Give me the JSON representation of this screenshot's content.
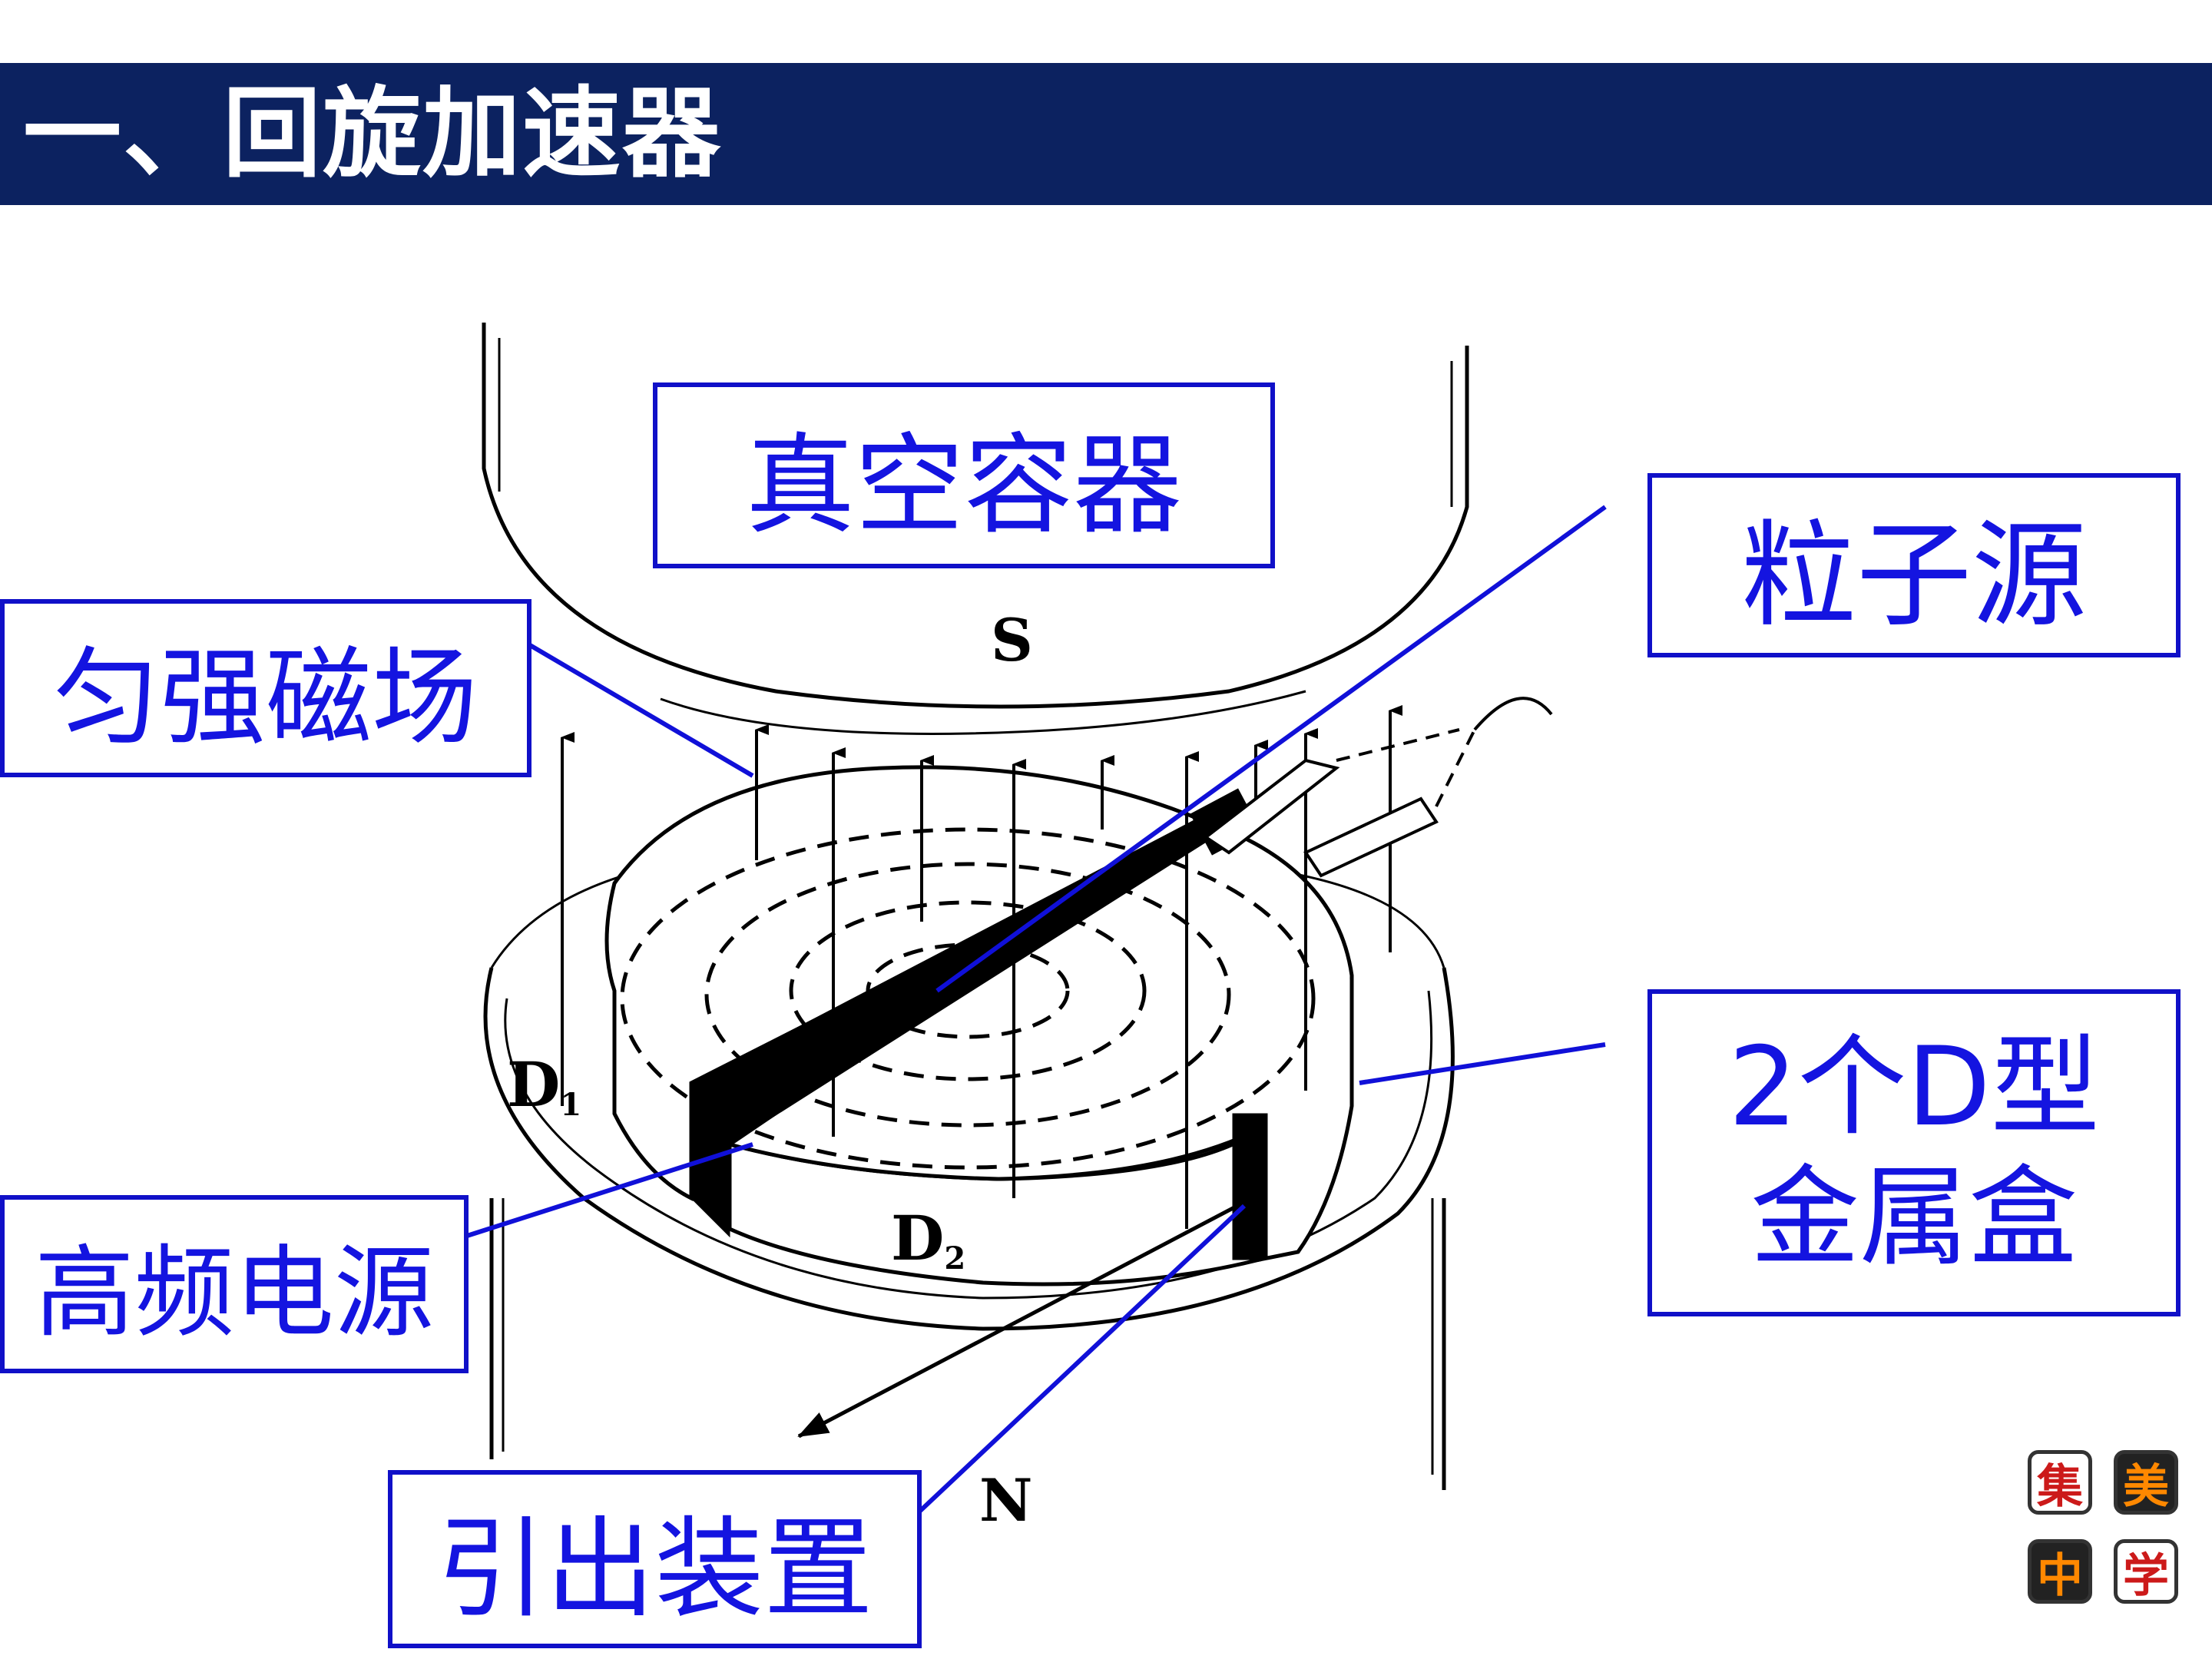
{
  "slide": {
    "title": "一、回旋加速器"
  },
  "diagram": {
    "pole_top": "S",
    "pole_bottom": "N",
    "dee_1": "D",
    "dee_1_sub": "1",
    "dee_2": "D",
    "dee_2_sub": "2",
    "ac_symbol": "~"
  },
  "labels": {
    "vacuum_container": "真空容器",
    "uniform_field": "匀强磁场",
    "particle_source": "粒子源",
    "dees_line1": "2个D型",
    "dees_line2": "金属盒",
    "hf_power": "高频电源",
    "extraction": "引出装置"
  },
  "logo": {
    "chars": [
      "集",
      "美",
      "中",
      "学"
    ]
  },
  "colors": {
    "title_bg": "#0c2260",
    "label_blue": "#1414e0",
    "line_blue": "#1010d8"
  }
}
